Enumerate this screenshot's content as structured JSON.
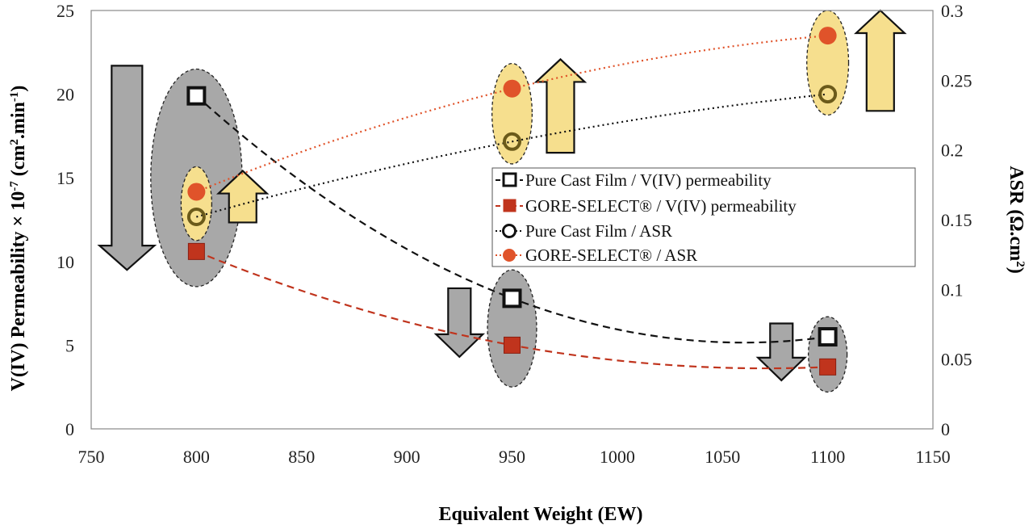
{
  "chart_data": {
    "type": "scatter",
    "x_axis": {
      "label": "Equivalent Weight (EW)",
      "range": [
        750,
        1150
      ],
      "ticks": [
        750,
        800,
        850,
        900,
        950,
        1000,
        1050,
        1100,
        1150
      ]
    },
    "y_axis_left": {
      "label_parts": [
        "V(IV) Permeability × 10",
        "-7",
        " (cm",
        "2",
        ".min",
        "-1",
        ")"
      ],
      "range": [
        0,
        25
      ],
      "ticks": [
        0,
        5,
        10,
        15,
        20,
        25
      ]
    },
    "y_axis_right": {
      "label_parts": [
        "ASR (Ω.cm",
        "2",
        ")"
      ],
      "range": [
        0,
        0.3
      ],
      "ticks": [
        "0",
        "0.05",
        "0.1",
        "0.15",
        "0.2",
        "0.25",
        "0.3"
      ],
      "tick_values": [
        0,
        0.05,
        0.1,
        0.15,
        0.2,
        0.25,
        0.3
      ]
    },
    "series": [
      {
        "name": "Pure Cast Film / V(IV) permeability",
        "axis": "left",
        "marker": "square-open",
        "line": "dashed",
        "color": "#111111",
        "x": [
          800,
          950,
          1100
        ],
        "y": [
          19.9,
          7.8,
          5.5
        ]
      },
      {
        "name": "GORE-SELECT® / V(IV) permeability",
        "axis": "left",
        "marker": "square-filled",
        "line": "dashed",
        "color": "#c0341d",
        "x": [
          800,
          950,
          1100
        ],
        "y": [
          10.6,
          5.0,
          3.7
        ]
      },
      {
        "name": "Pure Cast Film / ASR",
        "axis": "right",
        "marker": "circle-open",
        "line": "dotted",
        "color": "#111111",
        "x": [
          800,
          950,
          1100
        ],
        "y": [
          0.152,
          0.206,
          0.24
        ]
      },
      {
        "name": "GORE-SELECT® / ASR",
        "axis": "right",
        "marker": "circle-filled",
        "line": "dotted",
        "color": "#e0532a",
        "x": [
          800,
          950,
          1100
        ],
        "y": [
          0.17,
          0.244,
          0.282
        ]
      }
    ],
    "annotations": {
      "grey_ellipses": [
        {
          "x": 800,
          "y_from": 8.5,
          "y_to": 21.5
        },
        {
          "x": 950,
          "y_from": 2.5,
          "y_to": 9.5
        },
        {
          "x": 1100,
          "y_from": 2.2,
          "y_to": 6.7
        }
      ],
      "yellow_ellipses": [
        {
          "x": 800,
          "y_from": 0.135,
          "y_to": 0.188
        },
        {
          "x": 950,
          "y_from": 0.19,
          "y_to": 0.262
        },
        {
          "x": 1100,
          "y_from": 0.225,
          "y_to": 0.3
        }
      ],
      "down_arrows": [
        {
          "x": 767,
          "y_from": 21.7,
          "y_to": 9.5
        },
        {
          "x": 925,
          "y_from": 8.4,
          "y_to": 4.3
        },
        {
          "x": 1078,
          "y_from": 6.3,
          "y_to": 2.9
        }
      ],
      "up_arrows": [
        {
          "x": 822,
          "y_from": 0.148,
          "y_to": 0.185
        },
        {
          "x": 973,
          "y_from": 0.198,
          "y_to": 0.265
        },
        {
          "x": 1125,
          "y_from": 0.228,
          "y_to": 0.3
        }
      ],
      "colors": {
        "grey_fill": "#a8a8a8",
        "yellow_fill": "#f6df8e",
        "arrow_grey": "#a8a8a8",
        "arrow_yellow": "#f6df8e"
      }
    },
    "legend": {
      "position": "center-right"
    },
    "grid": false
  }
}
